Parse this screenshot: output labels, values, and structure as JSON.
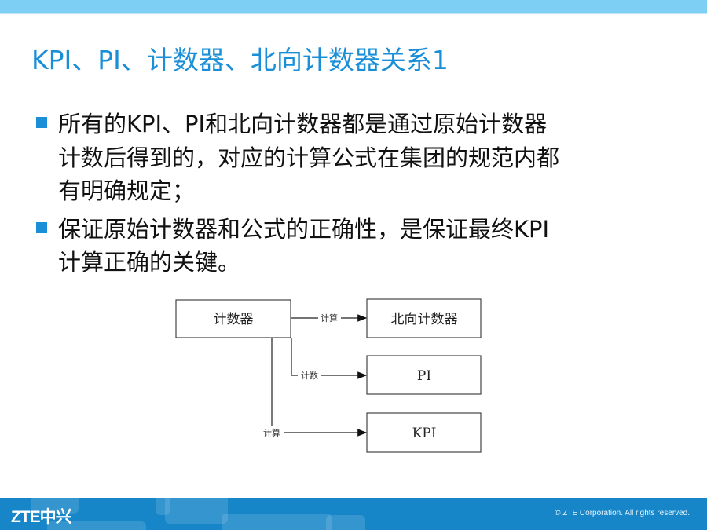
{
  "title": "KPI、PI、计数器、北向计数器关系1",
  "bullets": [
    {
      "lines": [
        "所有的KPI、PI和北向计数器都是通过原始计数器",
        "计数后得到的，对应的计算公式在集团的规范内都",
        "有明确规定；"
      ]
    },
    {
      "lines": [
        "保证原始计数器和公式的正确性，是保证最终KPI",
        "计算正确的关键。"
      ]
    }
  ],
  "diagram": {
    "source": "计数器",
    "targets": [
      "北向计数器",
      "PI",
      "KPI"
    ],
    "edge_labels": [
      "计算",
      "计数",
      "计算"
    ]
  },
  "footer": {
    "logo": "ZTE中兴",
    "copyright": "© ZTE Corporation. All rights reserved."
  },
  "colors": {
    "accent": "#1a8fd8",
    "topbar": "#7dcff3",
    "footer": "#1686c8"
  }
}
